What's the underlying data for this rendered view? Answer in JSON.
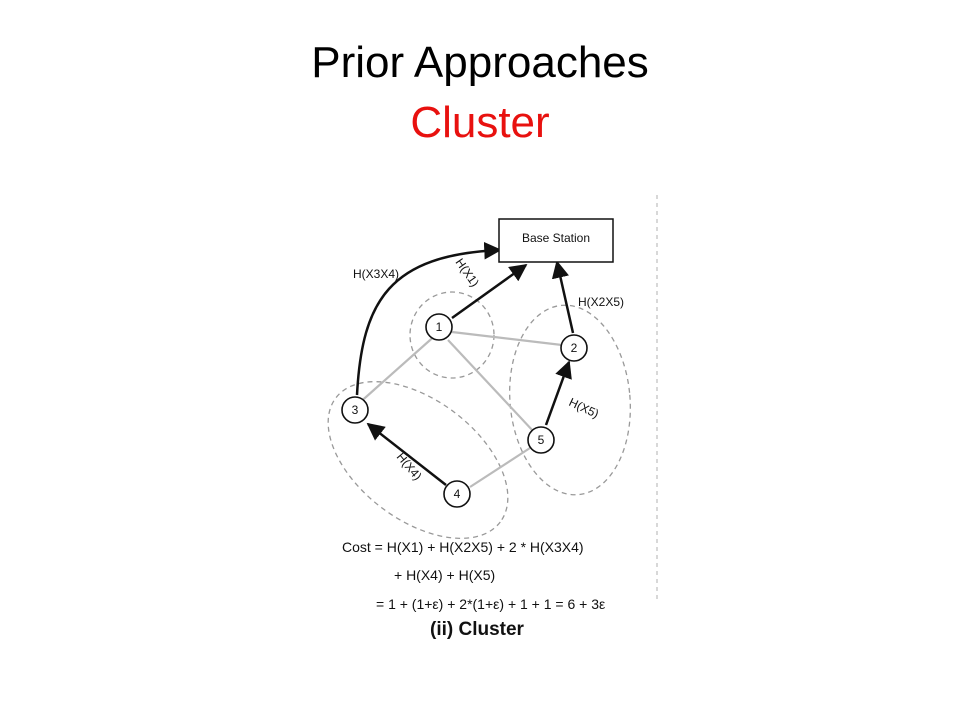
{
  "slide": {
    "title": "Prior Approaches",
    "subtitle": "Cluster",
    "title_color": "#000000",
    "subtitle_color": "#e8110f"
  },
  "diagram": {
    "base_station_label": "Base Station",
    "nodes": [
      "1",
      "2",
      "3",
      "4",
      "5"
    ],
    "edge_labels": {
      "n3_to_base": "H(X3X4)",
      "n1_to_base": "H(X1)",
      "n2_to_base": "H(X2X5)",
      "n5_to_n2": "H(X5)",
      "n4_to_n3": "H(X4)"
    },
    "cost_lines": [
      "Cost = H(X1) + H(X2X5) + 2 * H(X3X4)",
      "+ H(X4) + H(X5)",
      "= 1 + (1+ε) + 2*(1+ε) + 1 + 1 = 6 + 3ε"
    ],
    "caption": "(ii) Cluster",
    "colors": {
      "stroke": "#111111",
      "gray_link": "#bbbbbb",
      "cluster_dash": "#999999"
    }
  }
}
